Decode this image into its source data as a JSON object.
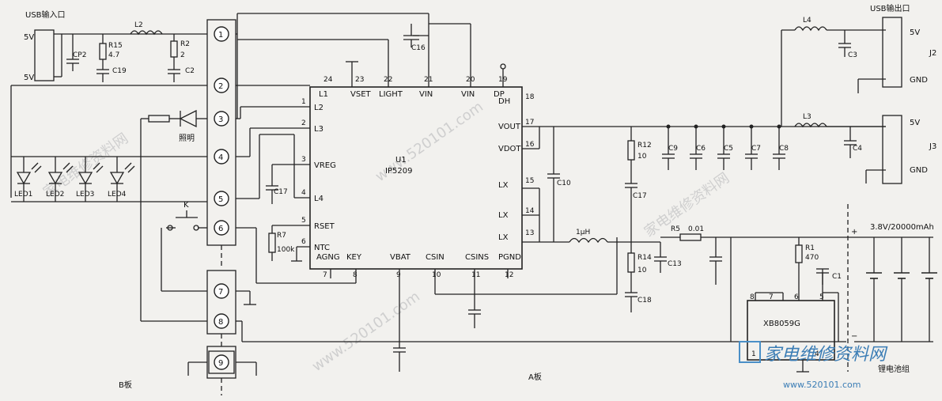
{
  "diagram": {
    "board_a_label": "A板",
    "board_b_label": "B板",
    "ic_main": {
      "ref": "U1",
      "part": "IP5209"
    },
    "ic_prot": {
      "part": "XB8059G"
    },
    "usb_in_label": "USB输入口",
    "usb_out_label": "USB输出口",
    "battery_label": "3.8V/20000mAh",
    "battery_pack": "锂电池组",
    "light_label": "照明",
    "key_label": "K",
    "j2": "J2",
    "j3": "J3",
    "plus": "+",
    "minus": "−",
    "pins_left": [
      {
        "num": "1",
        "name": "L2"
      },
      {
        "num": "2",
        "name": "L3"
      },
      {
        "num": "3",
        "name": "VREG"
      },
      {
        "num": "4",
        "name": "L4"
      },
      {
        "num": "5",
        "name": "RSET"
      },
      {
        "num": "6",
        "name": "NTC"
      }
    ],
    "pins_top": [
      {
        "num": "24",
        "name": "L1"
      },
      {
        "num": "23",
        "name": "VSET"
      },
      {
        "num": "22",
        "name": "LIGHT"
      },
      {
        "num": "21",
        "name": "VIN"
      },
      {
        "num": "20",
        "name": "VIN"
      },
      {
        "num": "19",
        "name": "DP"
      }
    ],
    "pins_right": [
      {
        "num": "18",
        "name": "DH"
      },
      {
        "num": "17",
        "name": "VOUT"
      },
      {
        "num": "16",
        "name": "VDOT"
      },
      {
        "num": "15",
        "name": "LX"
      },
      {
        "num": "14",
        "name": "LX"
      },
      {
        "num": "13",
        "name": "LX"
      }
    ],
    "pins_bottom": [
      {
        "num": "7",
        "name": "AGNG"
      },
      {
        "num": "8",
        "name": "KEY"
      },
      {
        "num": "9",
        "name": "VBAT"
      },
      {
        "num": "10",
        "name": "CSIN"
      },
      {
        "num": "11",
        "name": "CSINS"
      },
      {
        "num": "12",
        "name": "PGND"
      }
    ],
    "conn_pins": [
      "1",
      "2",
      "3",
      "4",
      "5",
      "6",
      "7",
      "8",
      "9"
    ],
    "xb_pins": [
      "8",
      "7",
      "6",
      "5",
      "1",
      "4"
    ],
    "usb_in_pins": [
      "5V",
      "5V"
    ],
    "usb_out_pins": [
      "5V",
      "GND"
    ],
    "components": {
      "L2": "L2",
      "L4": "L4",
      "L3": "L3",
      "R15": "R15",
      "R15v": "4.7",
      "R2": "R2",
      "R2v": "2",
      "CP2": "CP2",
      "C19": "C19",
      "C2": "C2",
      "C16": "C16",
      "C17a": "C17",
      "R7": "R7",
      "R7v": "100k",
      "C10": "C10",
      "R12": "R12",
      "R12v": "10",
      "C17b": "C17",
      "C9": "C9",
      "C6": "C6",
      "C5": "C5",
      "C7": "C7",
      "C8": "C8",
      "C3": "C3",
      "C4": "C4",
      "Lmain": "1μH",
      "R5": "R5",
      "R5v": "0.01",
      "C13": "C13",
      "R14": "R14",
      "R14v": "10",
      "C18": "C18",
      "R1": "R1",
      "R1v": "470",
      "C1": "C1",
      "LED1": "LED1",
      "LED2": "LED2",
      "LED3": "LED3",
      "LED4": "LED4"
    },
    "watermarks": [
      "家电维修资料网",
      "www.520101.com",
      "家电维修资料网",
      "www.520101.com"
    ],
    "logo_text": "家电维修资料网",
    "logo_url": "www.520101.com"
  }
}
